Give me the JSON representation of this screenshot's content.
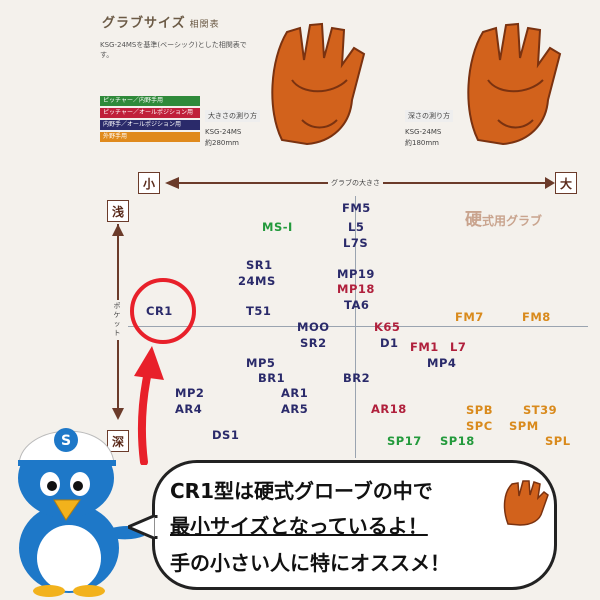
{
  "header": {
    "title": "グラブサイズ",
    "subtitle": "相関表",
    "note": "KSG-24MSを基準(ベーシック)とした相関表です。"
  },
  "legend": [
    {
      "label": "ピッチャー／内野手用",
      "color": "#2f8a3a"
    },
    {
      "label": "ピッチャー／オールポジション用",
      "color": "#c0203a"
    },
    {
      "label": "内野手／オールポジション用",
      "color": "#2a2a6a"
    },
    {
      "label": "外野手用",
      "color": "#e08a1c"
    }
  ],
  "gloves": [
    {
      "measure_label": "大きさの測り方",
      "model": "KSG-24MS",
      "size": "約280mm"
    },
    {
      "measure_label": "深さの測り方",
      "model": "KSG-24MS",
      "size": "約180mm"
    }
  ],
  "axes": {
    "small": "小",
    "large": "大",
    "size_label": "グラブの大きさ",
    "shallow": "浅",
    "deep": "深",
    "pocket_label": "ポケット"
  },
  "hardball": {
    "big": "硬",
    "rest": "式用グラブ"
  },
  "models": {
    "FM5": "FM5",
    "L5": "L5",
    "L7S": "L7S",
    "MSI": "MS-I",
    "SR1": "SR1",
    "24MS": "24MS",
    "MP19": "MP19",
    "MP18": "MP18",
    "TA6": "TA6",
    "CR1": "CR1",
    "T51": "T51",
    "MOO": "MOO",
    "K65": "K65",
    "FM7": "FM7",
    "FM8": "FM8",
    "SR2": "SR2",
    "D1": "D1",
    "FM1": "FM1",
    "L7": "L7",
    "MP5": "MP5",
    "MP4": "MP4",
    "BR1": "BR1",
    "MP2": "MP2",
    "AR1": "AR1",
    "BR2": "BR2",
    "AR4": "AR4",
    "AR5": "AR5",
    "AR18": "AR18",
    "SPB": "SPB",
    "ST39": "ST39",
    "SPC": "SPC",
    "SPM": "SPM",
    "DS1": "DS1",
    "SP17": "SP17",
    "SP18": "SP18",
    "SPL": "SPL"
  },
  "mascot": {
    "cap_letter": "S"
  },
  "bubble": {
    "line1": "CR1型は硬式グローブの中で",
    "line2": "最小サイズとなっているよ！",
    "line3": "手の小さい人に特にオススメ！"
  }
}
